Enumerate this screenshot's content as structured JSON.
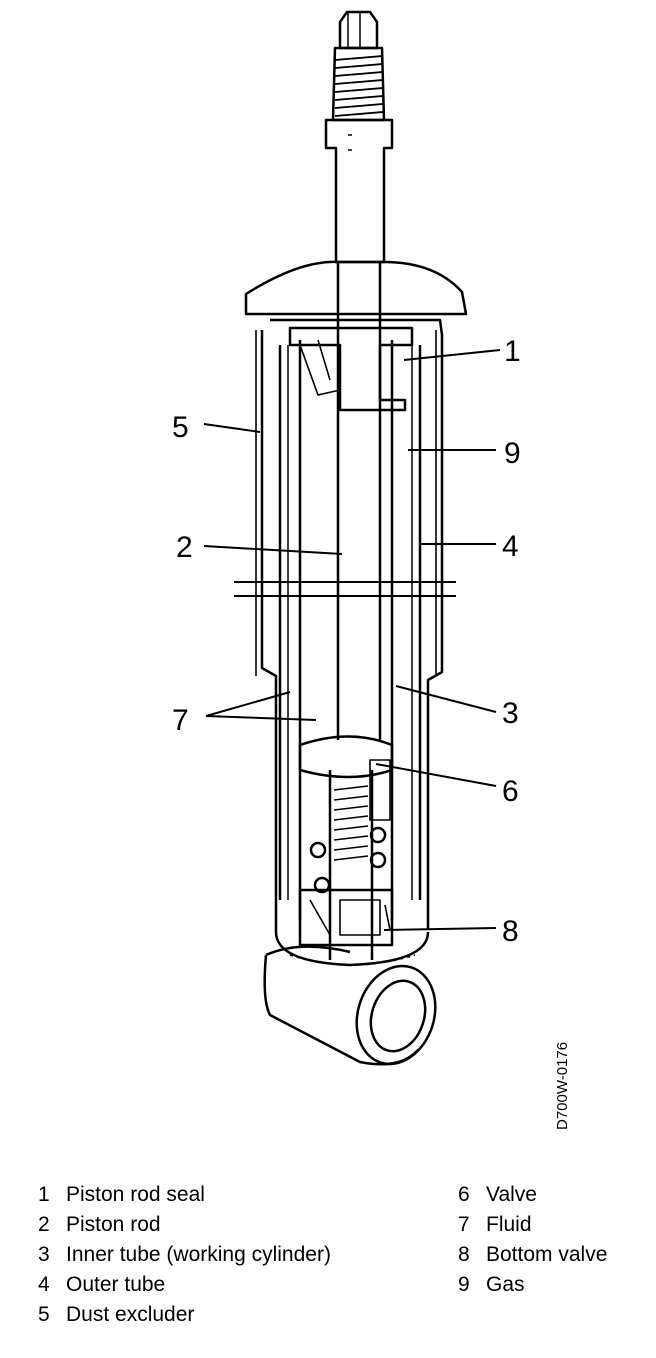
{
  "diagram_code": "D700W-0176",
  "callouts": [
    "1",
    "2",
    "3",
    "4",
    "5",
    "6",
    "7",
    "8",
    "9"
  ],
  "legend": {
    "left": [
      {
        "num": "1",
        "text": "Piston rod seal"
      },
      {
        "num": "2",
        "text": "Piston rod"
      },
      {
        "num": "3",
        "text": "Inner tube (working cylinder)"
      },
      {
        "num": "4",
        "text": "Outer tube"
      },
      {
        "num": "5",
        "text": "Dust excluder"
      }
    ],
    "right": [
      {
        "num": "6",
        "text": "Valve"
      },
      {
        "num": "7",
        "text": "Fluid"
      },
      {
        "num": "8",
        "text": "Bottom valve"
      },
      {
        "num": "9",
        "text": "Gas"
      }
    ]
  }
}
